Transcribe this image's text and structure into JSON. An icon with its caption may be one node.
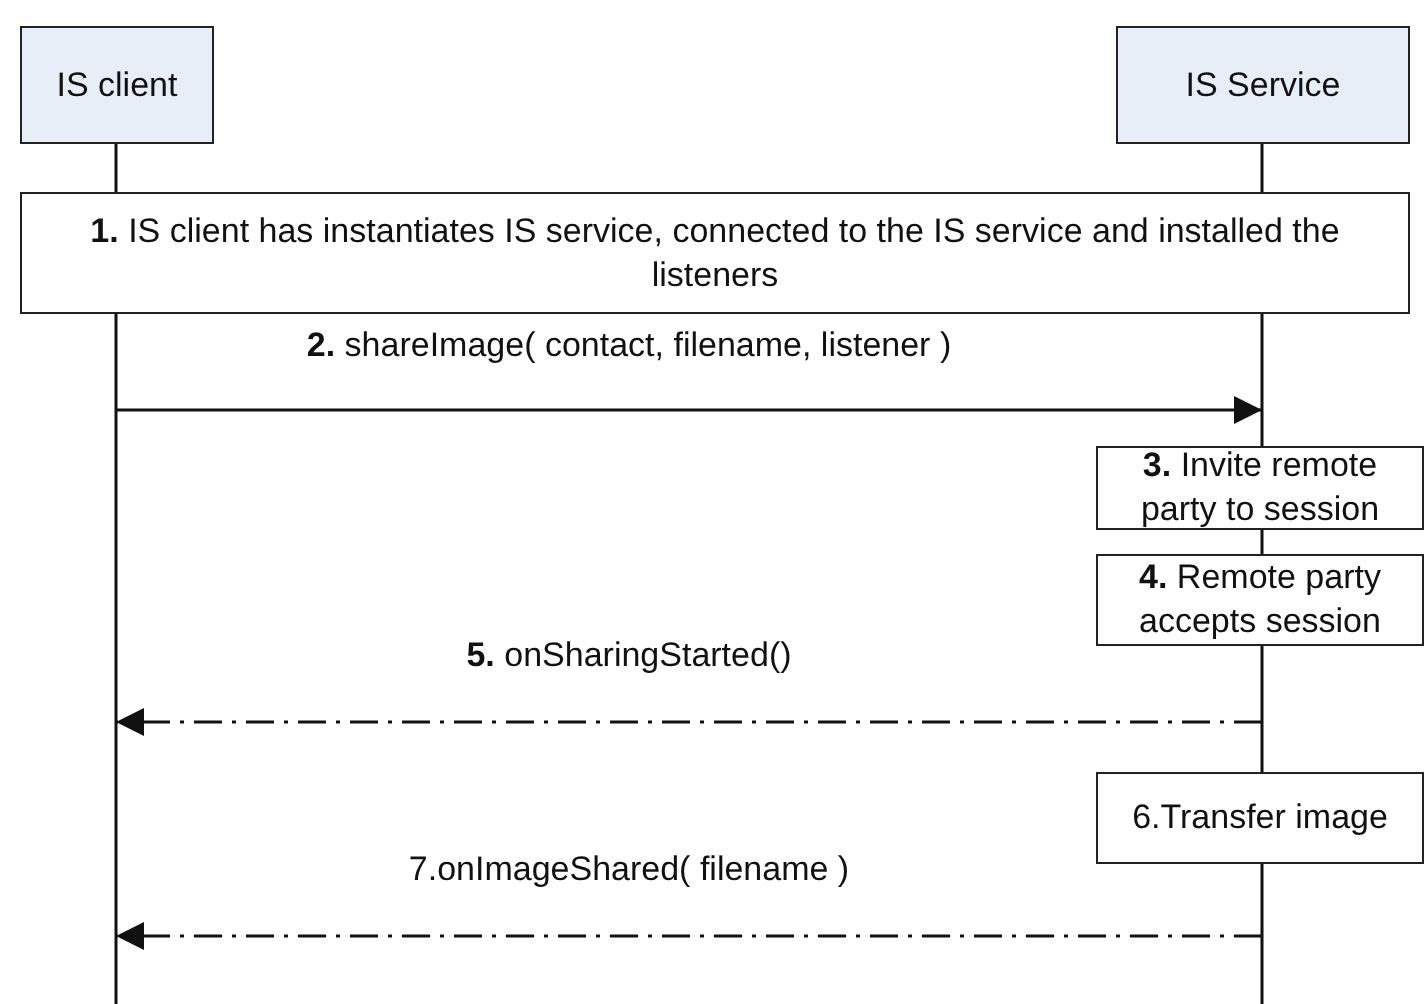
{
  "diagram": {
    "nodes": [
      {
        "text": [
          "IS client"
        ]
      },
      {
        "text": [
          "IS Service"
        ]
      },
      {
        "text": [
          "**1.** IS client has instantiates IS service, connected to the IS service and installed the listeners"
        ]
      },
      {
        "text": [
          "**3.** Invite remote party to session"
        ]
      },
      {
        "text": [
          "**4.** Remote party accepts session"
        ]
      },
      {
        "text": [
          "6.Transfer image"
        ]
      }
    ],
    "edges": [
      {
        "from": 0,
        "to": 1,
        "arrow": "to",
        "label": "**2.** shareImage( contact, filename, listener )"
      },
      {
        "from": 1,
        "to": 0,
        "arrow": "to",
        "label": "**5.** onSharingStarted()",
        "style": "dashed"
      },
      {
        "from": 1,
        "to": 0,
        "arrow": "to",
        "label": "7.onImageShared( filename )",
        "style": "dashed"
      }
    ]
  }
}
